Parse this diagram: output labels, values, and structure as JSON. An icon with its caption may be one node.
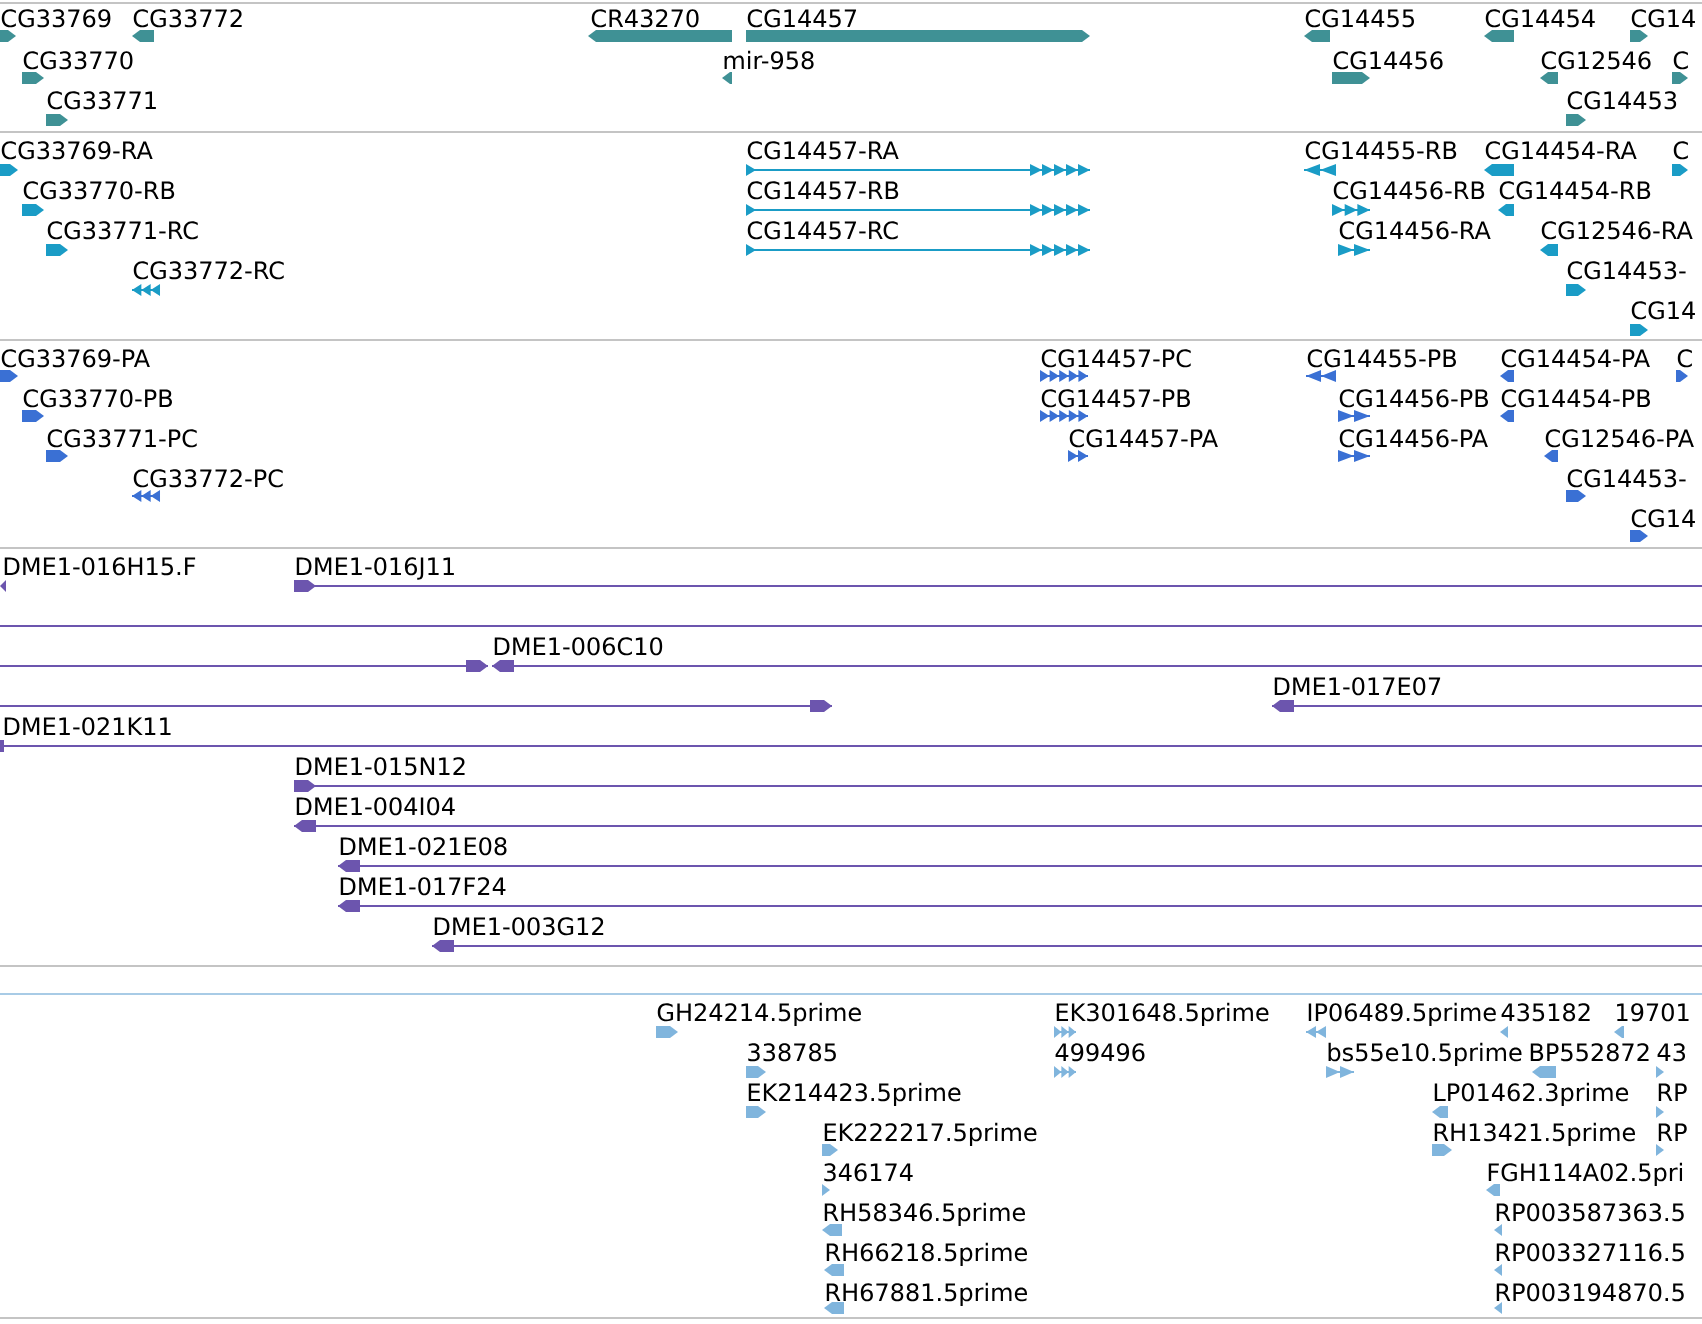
{
  "diagram": {
    "labels": [
      "CG33769",
      "CG33772",
      "CR43270",
      "CG14457",
      "CG14455",
      "CG14454",
      "CG14",
      "CG33770",
      "mir-958",
      "CG14456",
      "CG12546",
      "C",
      "CG33771",
      "CG14453",
      "CG33769-RA",
      "CG14457-RA",
      "CG14455-RB",
      "CG14454-RA",
      "C",
      "CG33770-RB",
      "CG14457-RB",
      "CG14456-RB",
      "CG14454-RB",
      "CG33771-RC",
      "CG14457-RC",
      "CG14456-RA",
      "CG12546-RA",
      "CG33772-RC",
      "CG14453-",
      "CG14",
      "CG33769-PA",
      "CG14457-PC",
      "CG14455-PB",
      "CG14454-PA",
      "C",
      "CG33770-PB",
      "CG14457-PB",
      "CG14456-PB",
      "CG14454-PB",
      "CG33771-PC",
      "CG14457-PA",
      "CG14456-PA",
      "CG12546-PA",
      "CG33772-PC",
      "CG14453-",
      "CG14",
      "DME1-016H15.F",
      "DME1-016J11",
      "DME1-006C10",
      "DME1-017E07",
      "DME1-021K11",
      "DME1-015N12",
      "DME1-004I04",
      "DME1-021E08",
      "DME1-017F24",
      "DME1-003G12",
      "GH24214.5prime",
      "EK301648.5prime",
      "IP06489.5prime",
      "435182",
      "19701",
      "338785",
      "499496",
      "bs55e10.5prime",
      "BP552872",
      "43",
      "EK214423.5prime",
      "LP01462.3prime",
      "RP",
      "EK222217.5prime",
      "RH13421.5prime",
      "RP",
      "346174",
      "FGH114A02.5pri",
      "RH58346.5prime",
      "RP003587363.5",
      "RH66218.5prime",
      "RP003327116.5",
      "RH67881.5prime",
      "RP003194870.5"
    ]
  }
}
